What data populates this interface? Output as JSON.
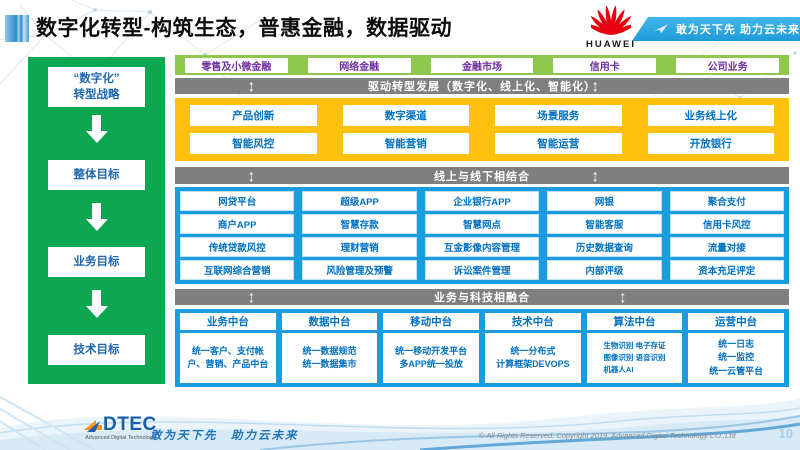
{
  "colors": {
    "sidebar_green": "#0CA750",
    "business_row_green": "#8FC64C",
    "gray_bar": "#7F7F7F",
    "yellow_panel": "#FFC10E",
    "blue_panel": "#1A9CDE",
    "box_text_blue": "#0070C0",
    "box_text_purple": "#7030A0",
    "huawei_red": "#E60012",
    "ribbon_blue": "#29ABE2"
  },
  "icons": {
    "up_down_arrow": "↕"
  },
  "header": {
    "title": "数字化转型-构筑生态，普惠金融，数据驱动",
    "huawei_text": "HUAWEI",
    "ribbon_slogan": "敢为天下先 助力云未来"
  },
  "sidebar": {
    "boxes": [
      {
        "lines": [
          "“数字化”",
          "转型战略"
        ]
      },
      {
        "lines": [
          "整体目标"
        ]
      },
      {
        "lines": [
          "业务目标"
        ]
      },
      {
        "lines": [
          "技术目标"
        ]
      }
    ]
  },
  "main": {
    "business_lines": [
      "零售及小微金融",
      "网络金融",
      "金融市场",
      "信用卡",
      "公司业务"
    ],
    "bar_drive": "驱动转型发展（数字化、线上化、智能化）",
    "capabilities": {
      "row1": [
        "产品创新",
        "数字渠道",
        "场景服务",
        "业务线上化"
      ],
      "row2": [
        "智能风控",
        "智能营销",
        "智能运营",
        "开放银行"
      ]
    },
    "bar_online_offline": "线上与线下相结合",
    "platforms": {
      "row1": [
        "网贷平台",
        "超级APP",
        "企业银行APP",
        "网银",
        "聚合支付"
      ],
      "row2": [
        "商户APP",
        "智慧存款",
        "智慧网点",
        "智能客服",
        "信用卡风控"
      ],
      "row3": [
        "传统贷款风控",
        "理财营销",
        "互金影像内容管理",
        "历史数据查询",
        "流量对接"
      ],
      "row4": [
        "互联网综合营销",
        "风险管理及预警",
        "诉讼案件管理",
        "内部评级",
        "资本充足评定"
      ]
    },
    "bar_tech": "业务与科技相融合",
    "middle_platforms": [
      {
        "header": "业务中台",
        "content": "统一客户、支付帐户、营销、产品中台"
      },
      {
        "header": "数据中台",
        "content": "统一数据规范\n统一数据集市"
      },
      {
        "header": "移动中台",
        "content": "统一移动开发平台\n多APP统一投放"
      },
      {
        "header": "技术中台",
        "content": "统一分布式\n计算框架DEVOPS"
      },
      {
        "header": "算法中台",
        "content": "生物识别 电子存证\n图像识别 语音识别\n机器人AI"
      },
      {
        "header": "运营中台",
        "content": "统一日志\n统一监控\n统一云管平台"
      }
    ]
  },
  "footer": {
    "logo_text": "DTEC",
    "logo_subtext": "Advanced Digital Technology",
    "slogan": "敢为天下先　助力云未来",
    "copyright": "© All Rights Reserved. Copyright 2019, Advanced Digital Technology CO.,Ltd",
    "page_number": "10"
  }
}
